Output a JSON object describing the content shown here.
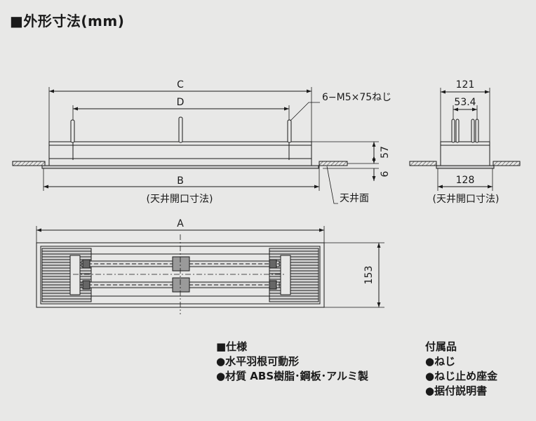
{
  "title": "■外形寸法(mm)",
  "dims": {
    "A": "A",
    "B": "B",
    "C": "C",
    "D": "D",
    "d57": "57",
    "d6": "6",
    "d121": "121",
    "d53_4": "53.4",
    "d128": "128",
    "d153": "153"
  },
  "labels": {
    "screw": "6−M5×75ねじ",
    "opening_left": "(天井開口寸法)",
    "opening_right": "(天井開口寸法)",
    "ceiling": "天井面"
  },
  "specs": {
    "header": "■仕様",
    "items": [
      "●水平羽根可動形",
      "●材質 ABS樹脂･鋼板･アルミ製"
    ]
  },
  "accessories": {
    "header": "付属品",
    "items": [
      "●ねじ",
      "●ねじ止め座金",
      "●据付説明書"
    ]
  }
}
